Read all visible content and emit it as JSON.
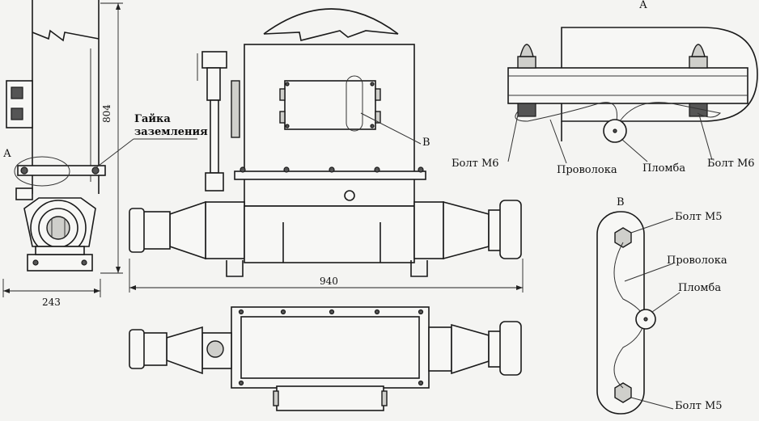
{
  "views": {
    "side": {
      "dimension_height": "804",
      "dimension_width": "243",
      "view_marker": "А",
      "callout_nut": "Гайка заземления"
    },
    "front": {
      "dimension_length": "940",
      "callout_marker": "В"
    },
    "detail_a": {
      "title": "А",
      "bolt_left": "Болт М6",
      "wire": "Проволока",
      "seal": "Пломба",
      "bolt_right": "Болт М6"
    },
    "detail_b": {
      "title": "В",
      "bolt_top": "Болт М5",
      "wire": "Проволока",
      "seal": "Пломба",
      "bolt_bottom": "Болт М5"
    }
  }
}
